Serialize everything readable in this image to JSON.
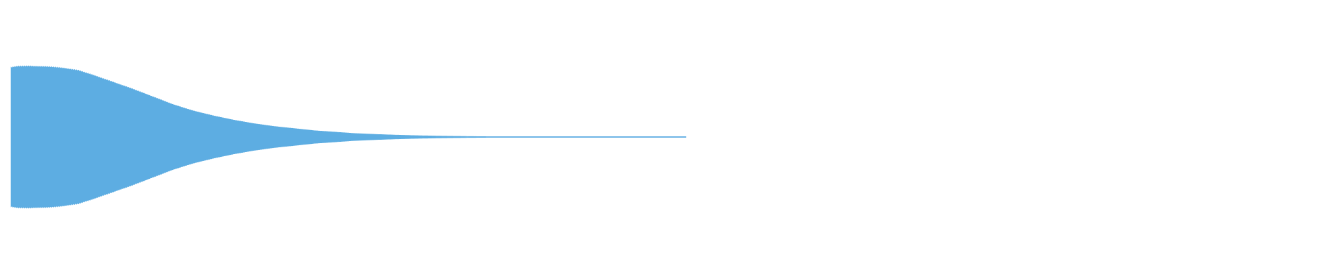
{
  "waveform": {
    "color": "#5dade2",
    "envelope": {
      "duration": 1.0,
      "peak_level": 1.0,
      "samples": [
        [
          0.0,
          0.98
        ],
        [
          0.01,
          1.0
        ],
        [
          0.03,
          1.0
        ],
        [
          0.06,
          0.99
        ],
        [
          0.08,
          0.97
        ],
        [
          0.1,
          0.94
        ],
        [
          0.12,
          0.88
        ],
        [
          0.15,
          0.78
        ],
        [
          0.18,
          0.68
        ],
        [
          0.21,
          0.57
        ],
        [
          0.24,
          0.46
        ],
        [
          0.27,
          0.37
        ],
        [
          0.3,
          0.3
        ],
        [
          0.33,
          0.24
        ],
        [
          0.36,
          0.19
        ],
        [
          0.39,
          0.15
        ],
        [
          0.42,
          0.12
        ],
        [
          0.45,
          0.09
        ],
        [
          0.48,
          0.07
        ],
        [
          0.51,
          0.05
        ],
        [
          0.54,
          0.038
        ],
        [
          0.57,
          0.028
        ],
        [
          0.6,
          0.02
        ],
        [
          0.64,
          0.013
        ],
        [
          0.68,
          0.008
        ],
        [
          0.72,
          0.005
        ],
        [
          0.76,
          0.003
        ],
        [
          0.8,
          0.002
        ],
        [
          0.85,
          0.0012
        ],
        [
          0.9,
          0.0006
        ],
        [
          0.95,
          0.0003
        ],
        [
          1.0,
          0.0
        ]
      ]
    }
  }
}
